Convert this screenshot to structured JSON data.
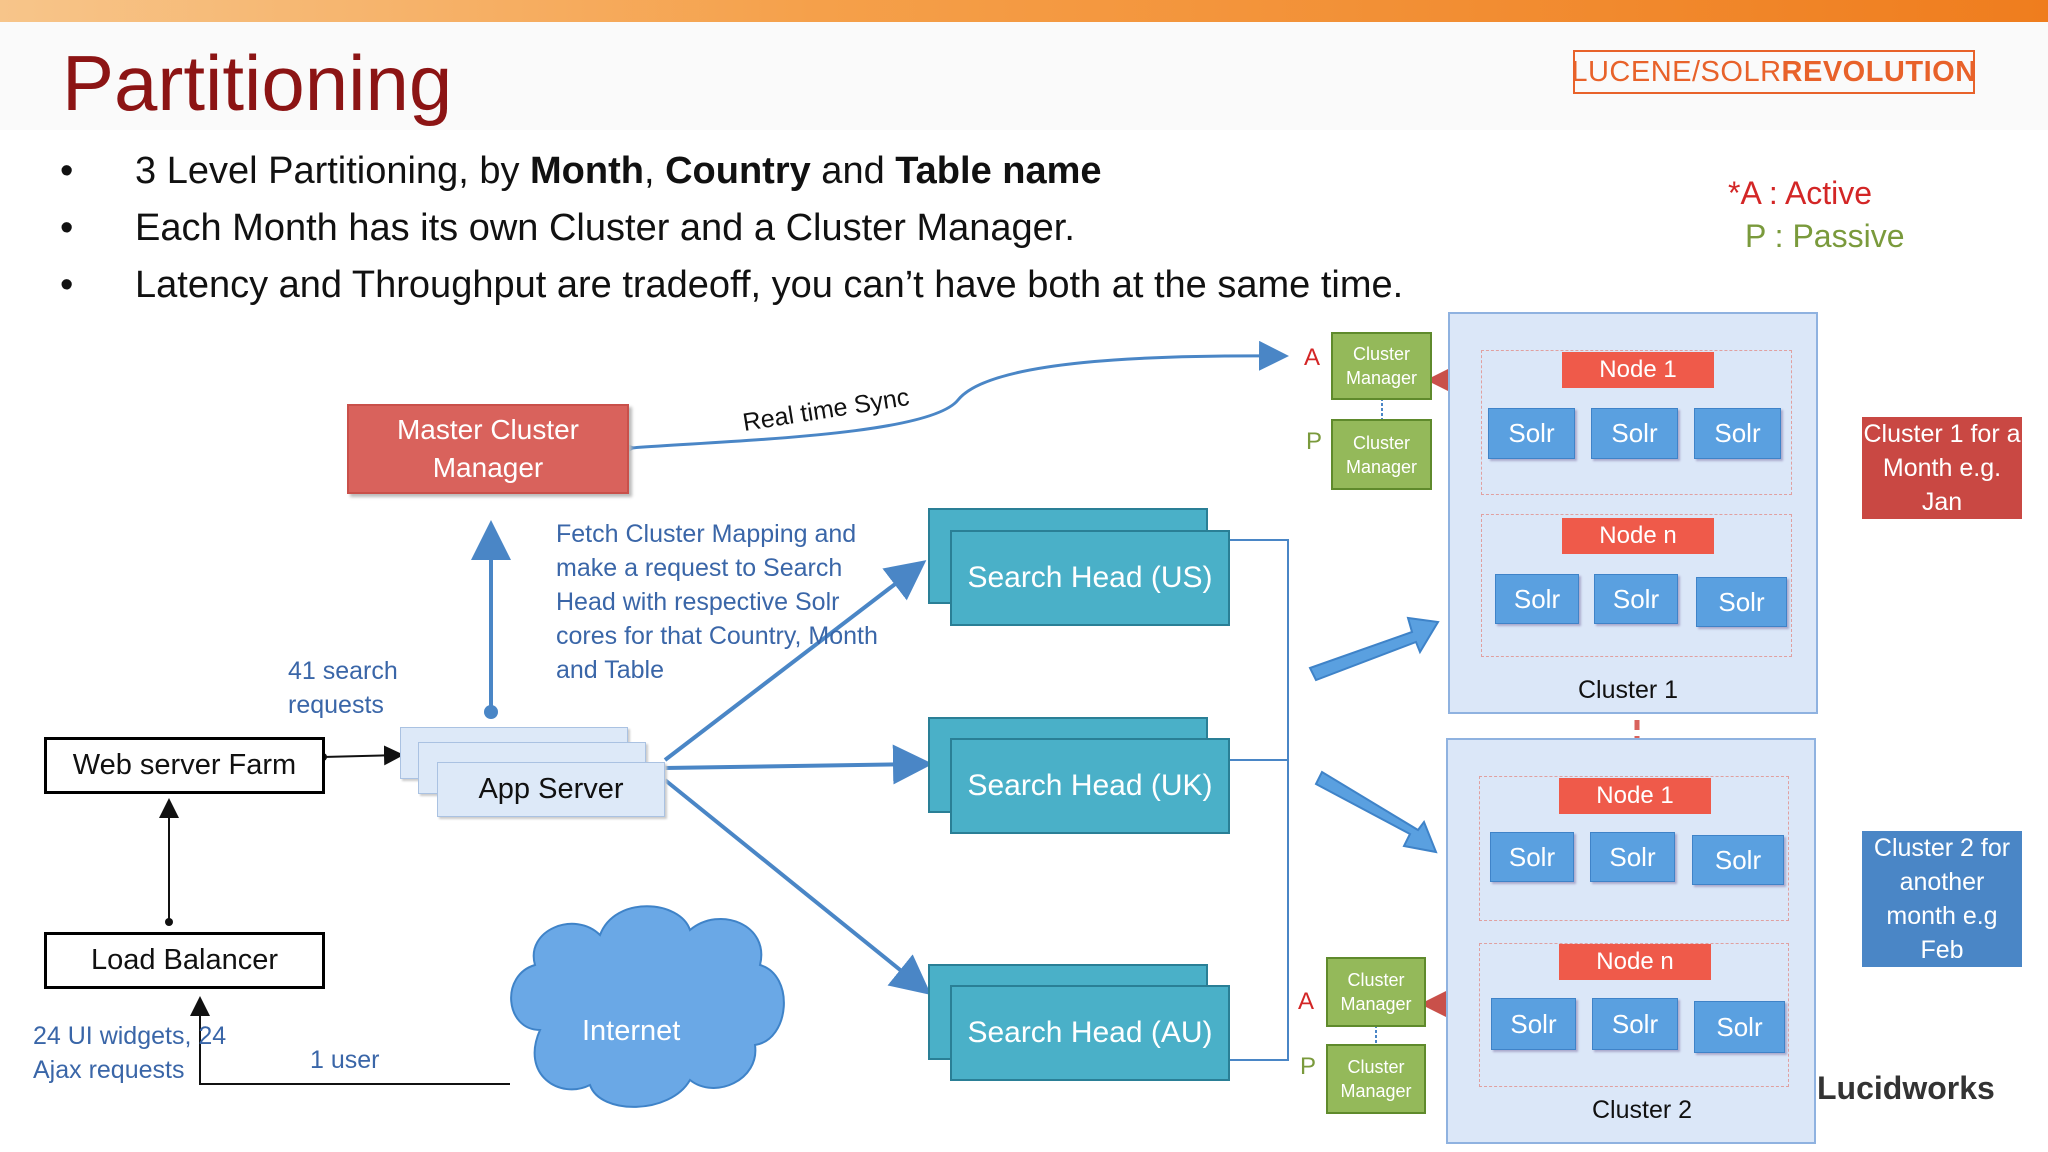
{
  "header": {
    "title": "Partitioning",
    "logo_light": "LUCENE/SOLR",
    "logo_bold": "REVOLUTION"
  },
  "bullets": {
    "b1": {
      "pre": "3 Level Partitioning, by ",
      "month": "Month",
      "comma": ", ",
      "country": "Country",
      "and": " and ",
      "table": "Table name"
    },
    "b2": "Each Month has its own Cluster and a Cluster Manager.",
    "b3": "Latency and Throughput are tradeoff, you can’t have both at the same time.",
    "bullet_char": "•"
  },
  "legend": {
    "active": "*A : Active",
    "passive": "P  : Passive"
  },
  "diagram": {
    "master": "Master Cluster Manager",
    "sync": "Real time Sync",
    "fetch_note": "Fetch Cluster Mapping and make a request to Search Head with respective Solr cores for that Country, Month and Table",
    "search_requests": "41 search requests",
    "web_farm": "Web server Farm",
    "app_server": "App Server",
    "load_balancer": "Load Balancer",
    "internet": "Internet",
    "one_user": "1 user",
    "widgets": "24 UI widgets, 24 Ajax requests",
    "search_heads": [
      {
        "label": "Search Head (US)"
      },
      {
        "label": "Search Head (UK)"
      },
      {
        "label": "Search Head (AU)"
      }
    ],
    "cluster_manager": "Cluster Manager",
    "a_label": "A",
    "p_label": "P",
    "clusters": [
      {
        "name": "Cluster 1",
        "node1": "Node 1",
        "noden": "Node n",
        "solr": "Solr"
      },
      {
        "name": "Cluster 2",
        "node1": "Node 1",
        "noden": "Node n",
        "solr": "Solr"
      }
    ],
    "note1": "Cluster 1 for a Month e.g. Jan",
    "note2": "Cluster 2 for another month e.g Feb",
    "brand": "Lucidworks"
  },
  "colors": {
    "title": "#8c1414",
    "accent_orange": "#ef7d1e",
    "active_red": "#d32626",
    "passive_green": "#7a9a3c",
    "search_head": "#4ab0c8",
    "solr": "#5aa0e0"
  }
}
